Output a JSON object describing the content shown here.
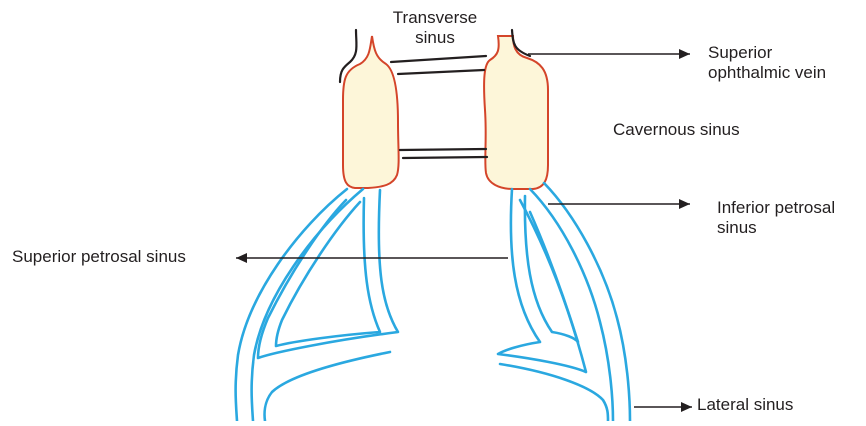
{
  "labels": {
    "transverse_sinus": [
      "Transverse",
      "sinus"
    ],
    "superior_ophthalmic_vein": [
      "Superior",
      "ophthalmic vein"
    ],
    "cavernous_sinus": "Cavernous sinus",
    "inferior_petrosal_sinus": [
      "Inferior petrosal",
      "sinus"
    ],
    "superior_petrosal_sinus": "Superior petrosal sinus",
    "lateral_sinus": "Lateral sinus"
  },
  "colors": {
    "sinus_fill": "#fdf6d9",
    "sinus_outline": "#d4452a",
    "vessel": "#2aa8e0",
    "line": "#231f20"
  }
}
